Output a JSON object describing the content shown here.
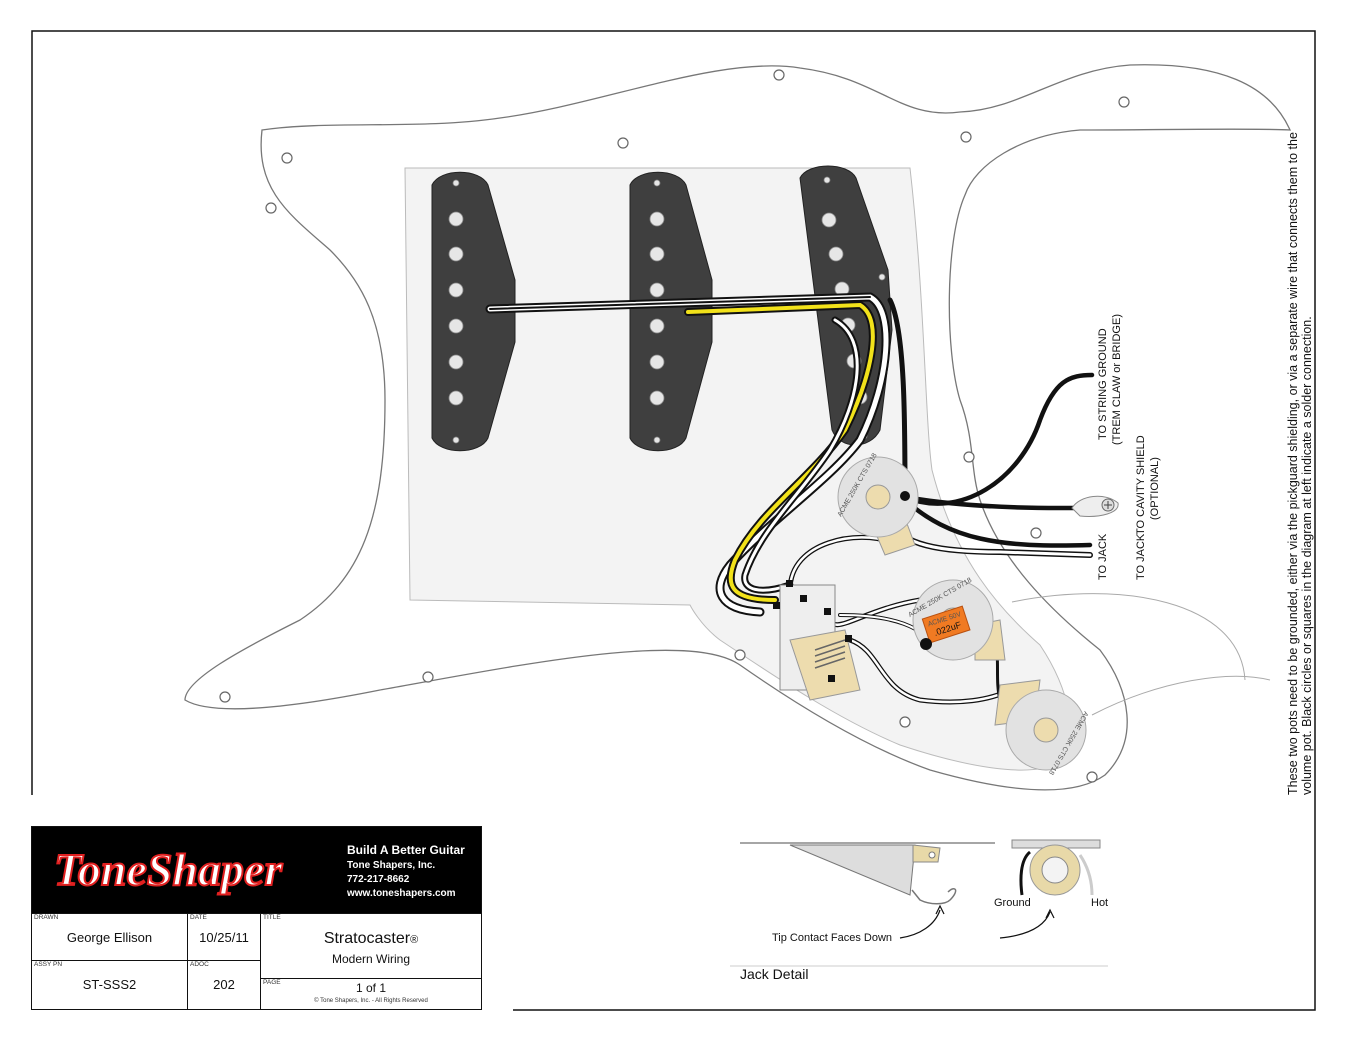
{
  "annotations": {
    "string_ground_1": "TO STRING GROUND",
    "string_ground_2": "(TREM CLAW or BRIDGE)",
    "cavity_shield_1": "TO CAVITY SHIELD",
    "cavity_shield_2": "(OPTIONAL)",
    "to_jack_1": "TO JACK",
    "to_jack_2": "TO JACK"
  },
  "side_note": {
    "line1": "These two pots need to be grounded, either via the pickguard shielding, or via a separate wire that connects them to the",
    "line2": "volume pot. Black circles or squares in the diagram at left indicate a solder connection."
  },
  "pots": {
    "label": "ACME 250K CTS 0718"
  },
  "capacitor": {
    "brand": "ACME 50V",
    "value": ".022uF"
  },
  "jack_detail": {
    "tip_label": "Tip Contact Faces Down",
    "ground_label": "Ground",
    "hot_label": "Hot",
    "caption": "Jack Detail"
  },
  "title_block": {
    "logo_text": "ToneShaper",
    "tagline": "Build A Better Guitar",
    "company": "Tone Shapers, Inc.",
    "phone": "772-217-8662",
    "website": "www.toneshapers.com",
    "drawn_caption": "DRAWN",
    "drawn_by": "George Ellison",
    "date_caption": "DATE",
    "date": "10/25/11",
    "title_caption": "TITLE",
    "title": "Stratocaster",
    "title_mark": "®",
    "subtitle": "Modern Wiring",
    "assy_caption": "ASSY PN",
    "assy_pn": "ST-SSS2",
    "adoc_caption": "ADOC",
    "adoc": "202",
    "page_caption": "PAGE",
    "page": "1 of 1",
    "copyright": "© Tone Shapers, Inc. - All Rights Reserved"
  },
  "colors": {
    "pickguard": "#ffffff",
    "shield": "#f3f3f3",
    "pickup": "#3f3f3f",
    "pole": "#e6e6e6",
    "wire_yellow": "#f2e21a",
    "capacitor": "#f07a22",
    "pot_tab": "#eddcae",
    "banner": "#000000",
    "logo_red": "#e02020"
  }
}
